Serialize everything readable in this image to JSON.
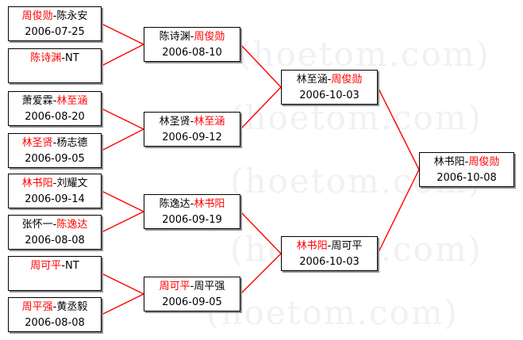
{
  "watermark": "(hoetom.com)",
  "colors": {
    "winner": "#ff0000",
    "loser": "#000000",
    "line": "#ff0000",
    "border": "#000000",
    "shadow": "#8f8f8f"
  },
  "rounds": [
    {
      "round": 1,
      "matches": [
        {
          "id": "r1m1",
          "p1": "周俊勋",
          "p2": "陈永安",
          "winner": 1,
          "date": "2006-07-25"
        },
        {
          "id": "r1m2",
          "p1": "陈诗渊",
          "p2": "NT",
          "winner": 1,
          "date": ""
        },
        {
          "id": "r1m3",
          "p1": "萧爱霖",
          "p2": "林至涵",
          "winner": 2,
          "date": "2006-08-20"
        },
        {
          "id": "r1m4",
          "p1": "林圣贤",
          "p2": "杨志德",
          "winner": 1,
          "date": "2006-09-05"
        },
        {
          "id": "r1m5",
          "p1": "林书阳",
          "p2": "刘耀文",
          "winner": 1,
          "date": "2006-09-14"
        },
        {
          "id": "r1m6",
          "p1": "张怀一",
          "p2": "陈逸达",
          "winner": 2,
          "date": "2006-08-08"
        },
        {
          "id": "r1m7",
          "p1": "周可平",
          "p2": "NT",
          "winner": 1,
          "date": ""
        },
        {
          "id": "r1m8",
          "p1": "周平强",
          "p2": "黄丞毅",
          "winner": 1,
          "date": "2006-08-08"
        }
      ]
    },
    {
      "round": 2,
      "matches": [
        {
          "id": "r2m1",
          "p1": "陈诗渊",
          "p2": "周俊勋",
          "winner": 2,
          "date": "2006-08-10"
        },
        {
          "id": "r2m2",
          "p1": "林圣贤",
          "p2": "林至涵",
          "winner": 2,
          "date": "2006-09-12"
        },
        {
          "id": "r2m3",
          "p1": "陈逸达",
          "p2": "林书阳",
          "winner": 2,
          "date": "2006-09-19"
        },
        {
          "id": "r2m4",
          "p1": "周可平",
          "p2": "周平强",
          "winner": 1,
          "date": "2006-09-05"
        }
      ]
    },
    {
      "round": 3,
      "matches": [
        {
          "id": "r3m1",
          "p1": "林至涵",
          "p2": "周俊勋",
          "winner": 2,
          "date": "2006-10-03"
        },
        {
          "id": "r3m2",
          "p1": "林书阳",
          "p2": "周可平",
          "winner": 1,
          "date": "2006-10-03"
        }
      ]
    },
    {
      "round": 4,
      "matches": [
        {
          "id": "r4m1",
          "p1": "林书阳",
          "p2": "周俊勋",
          "winner": 2,
          "date": "2006-10-08"
        }
      ]
    }
  ]
}
